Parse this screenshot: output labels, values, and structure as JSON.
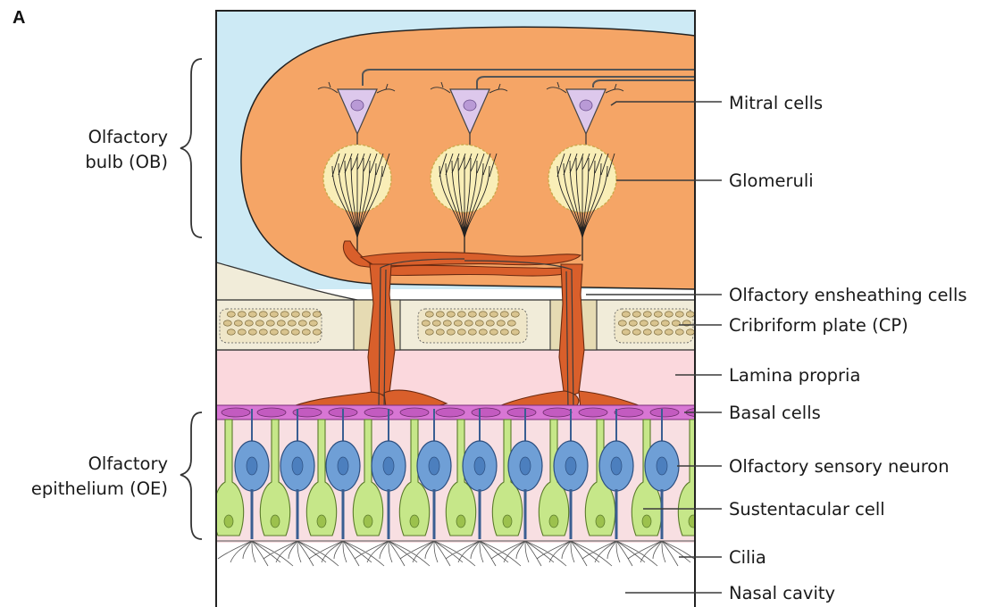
{
  "panel_label": "A",
  "regions": [
    {
      "key": "ob",
      "line1": "Olfactory",
      "line2": "bulb (OB)"
    },
    {
      "key": "oe",
      "line1": "Olfactory",
      "line2": "epithelium (OE)"
    }
  ],
  "labels": [
    {
      "key": "mitral",
      "text": "Mitral cells"
    },
    {
      "key": "glomeruli",
      "text": "Glomeruli"
    },
    {
      "key": "oec",
      "text": "Olfactory ensheathing cells"
    },
    {
      "key": "cp",
      "text": "Cribriform plate (CP)"
    },
    {
      "key": "lp",
      "text": "Lamina propria"
    },
    {
      "key": "basal",
      "text": "Basal cells"
    },
    {
      "key": "osn",
      "text": "Olfactory sensory neuron"
    },
    {
      "key": "sust",
      "text": "Sustentacular cell"
    },
    {
      "key": "cilia",
      "text": "Cilia"
    },
    {
      "key": "nasal",
      "text": "Nasal cavity"
    }
  ],
  "colors": {
    "bulb_background": "#cdeaf5",
    "bulb": "#f5a566",
    "mitral": "#ddc8ec",
    "glomerulus": "#f9eeb7",
    "ensheathing": "#d95f2b",
    "bone": "#f1ecd9",
    "lamina_propria": "#fbd8dd",
    "basal": "#d876d4",
    "osn": "#6f9fd6",
    "sustentacular": "#c6e789",
    "epithelium_bg": "#f8dfe2"
  }
}
